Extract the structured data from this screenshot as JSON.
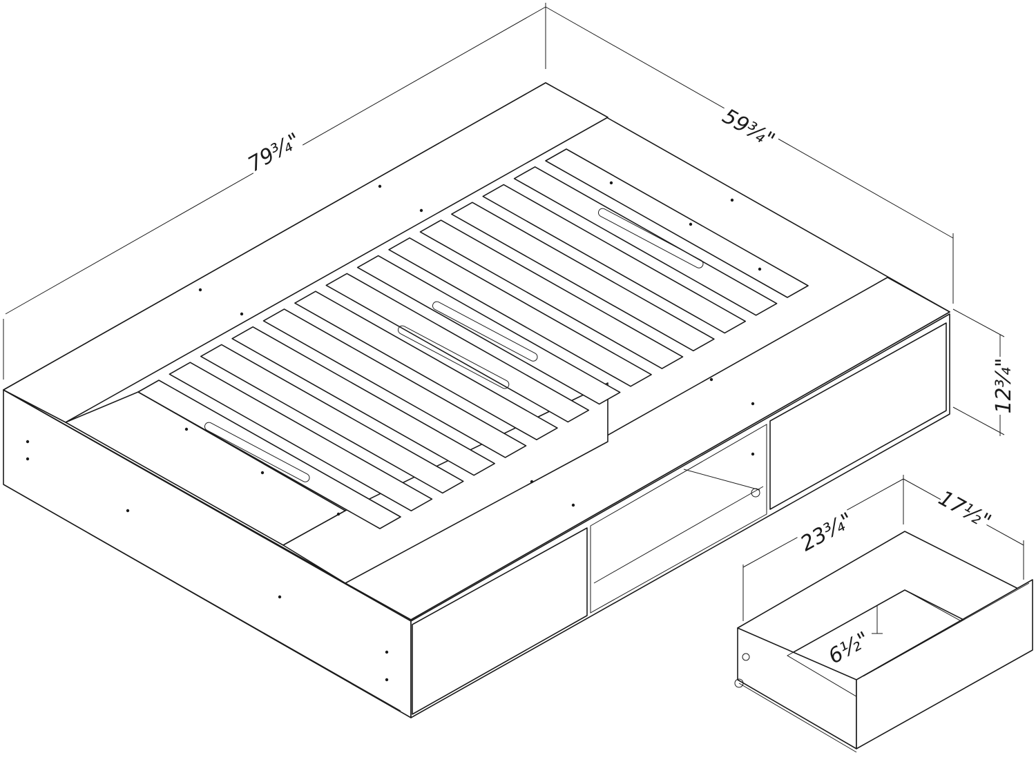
{
  "dimensions": {
    "bed_length": "79¾\"",
    "bed_width": "59¾\"",
    "bed_height": "12¾\"",
    "drawer_width": "23¾\"",
    "drawer_depth": "17½\"",
    "drawer_height": "6½\""
  },
  "colors": {
    "line": "#1a1a1a",
    "background": "#ffffff"
  }
}
